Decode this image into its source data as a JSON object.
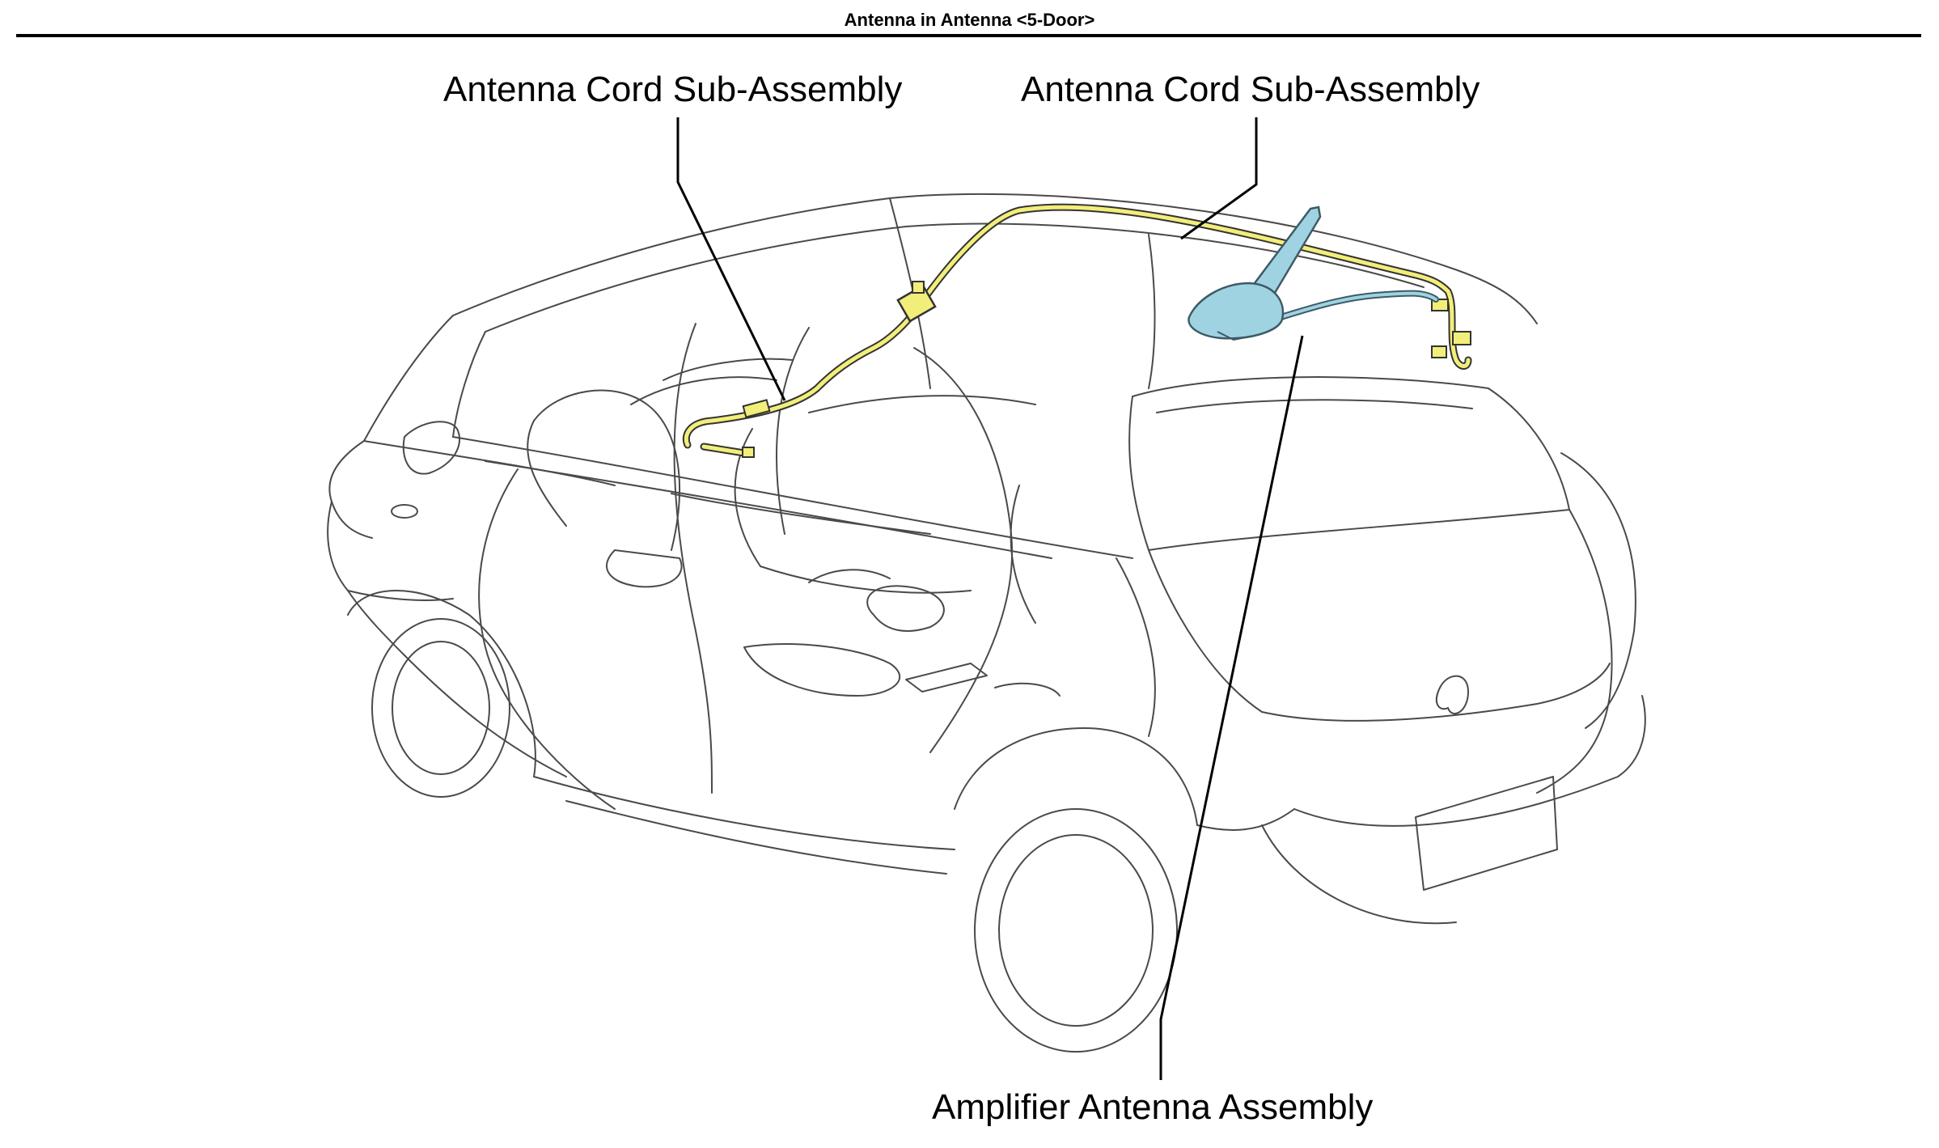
{
  "title": "Antenna in Antenna <5-Door>",
  "callouts": {
    "cord_left": "Antenna Cord Sub-Assembly",
    "cord_right": "Antenna Cord Sub-Assembly",
    "amplifier": "Amplifier Antenna Assembly"
  },
  "colors": {
    "cord_fill": "#f2ee7a",
    "cord_outline": "#333333",
    "amplifier_fill": "#9fd3e2",
    "amplifier_outline": "#3d5a66",
    "line_art": "#4a4a4a"
  }
}
